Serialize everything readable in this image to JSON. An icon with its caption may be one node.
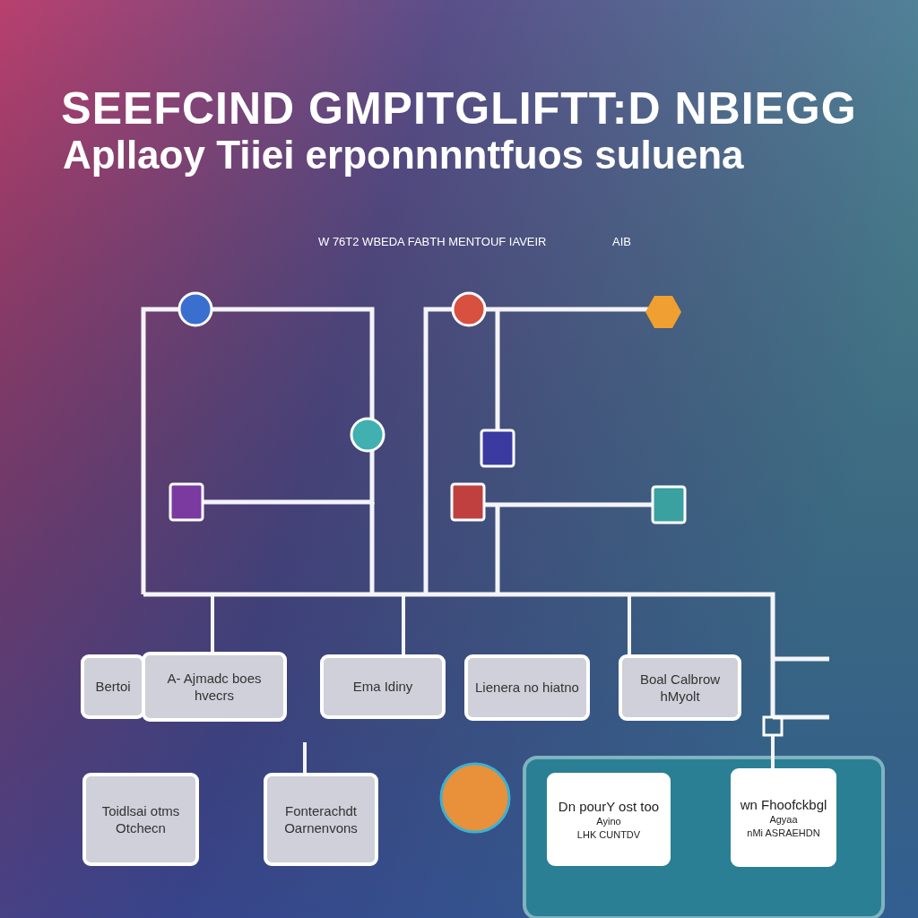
{
  "diagram": {
    "title": "SEEFCIND GMPITGLIFTT:D NBIEGG",
    "nodes": [
      {
        "text": [
          "Bertoi"
        ]
      },
      {
        "text": [
          "A- Ajmadc boes hvecrs"
        ]
      },
      {
        "text": [
          "Ema Idiny"
        ]
      },
      {
        "text": [
          "Lienera no hiatno"
        ]
      },
      {
        "text": [
          "Boal Calbrow hMyolt"
        ]
      },
      {
        "text": [
          "Toidlsai otms Otchecn"
        ]
      },
      {
        "text": [
          "Fonterachdt Oarnenvons"
        ]
      },
      {
        "text": [
          "Dn pourY ost too",
          "Ayino",
          "LHK CUNTDV"
        ]
      },
      {
        "text": [
          "wn Fhoofckbgl",
          "Agyaa",
          "nMi ASRAEHDN"
        ]
      }
    ],
    "edges": [
      {
        "from": null,
        "to": 1,
        "arrow": "none"
      },
      {
        "from": null,
        "to": 2,
        "arrow": "none"
      },
      {
        "from": null,
        "to": 4,
        "arrow": "none"
      },
      {
        "from": null,
        "to": 6,
        "arrow": "none"
      },
      {
        "from": null,
        "to": 8,
        "arrow": "none"
      }
    ],
    "labels": [
      "Apllaoy Tiiei erponnnntfuos suluena",
      "W 76T2 WBEDA FABTH MENTOUF IAVEIR",
      "AIB"
    ]
  }
}
